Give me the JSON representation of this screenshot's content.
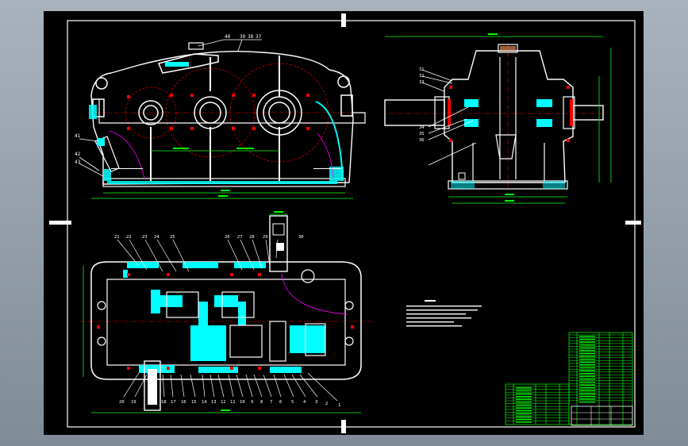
{
  "colors": {
    "background_gray": "#95a0ab",
    "sheet": "#000000",
    "line_white": "#ffffff",
    "line_cyan": "#00ffff",
    "line_green": "#00ff00",
    "line_red": "#ff0000",
    "line_magenta": "#ff00ff"
  },
  "views": {
    "front_view": {
      "part_labels": [
        "40",
        "39",
        "38",
        "37",
        "41",
        "42",
        "43"
      ]
    },
    "side_view": {
      "part_labels": [
        "31",
        "32",
        "33",
        "34",
        "35",
        "36"
      ]
    },
    "top_view": {
      "top_labels": [
        "21",
        "22",
        "23",
        "24",
        "25",
        "26",
        "27",
        "28",
        "29",
        "30"
      ],
      "bottom_labels": [
        "20",
        "19",
        "18",
        "17",
        "16",
        "15",
        "14",
        "13",
        "12",
        "11",
        "10",
        "9",
        "8",
        "7",
        "6",
        "5",
        "4",
        "3",
        "2",
        "1"
      ]
    }
  }
}
